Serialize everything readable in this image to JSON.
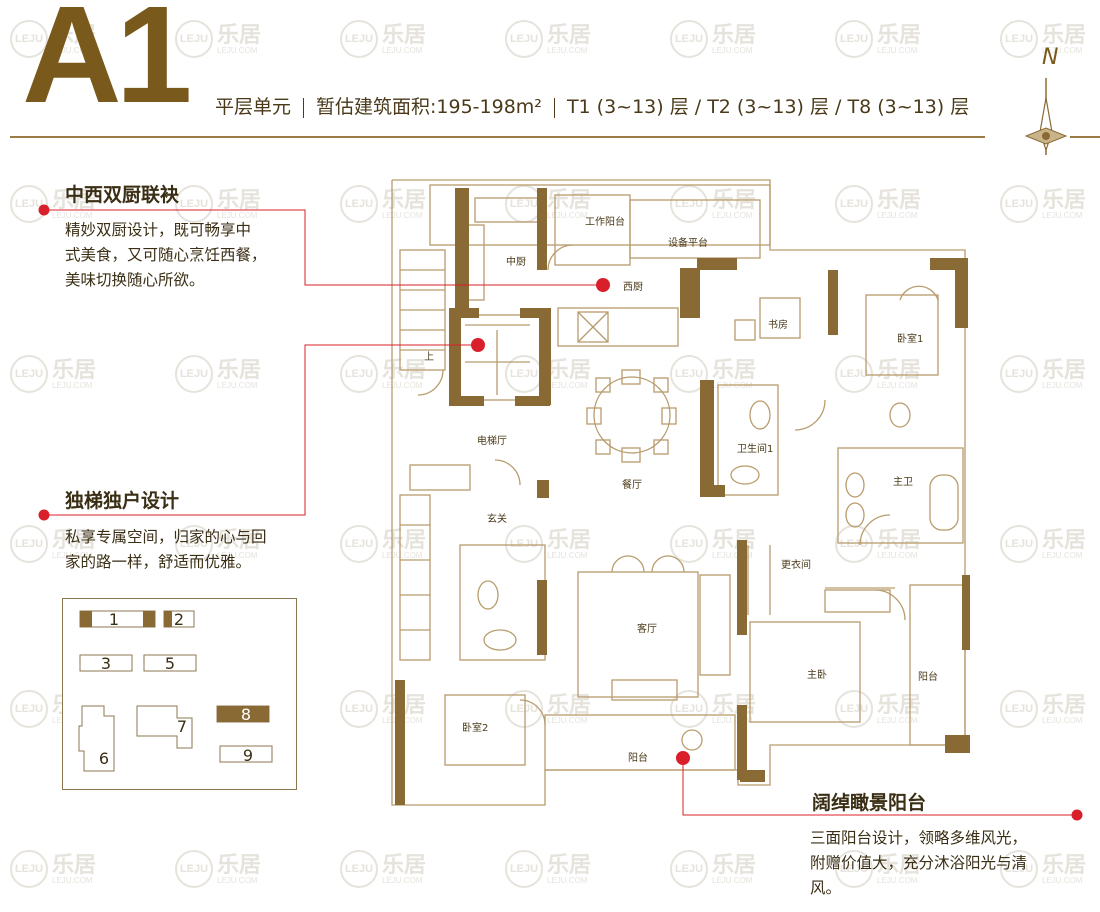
{
  "title": "A1",
  "header": {
    "unit_type": "平层单元",
    "area": "暂估建筑面积:195-198m²",
    "towers": "T1  (3~13) 层 / T2  (3~13) 层 / T8  (3~13) 层"
  },
  "compass": "N",
  "annotations": [
    {
      "title": "中西双厨联袂",
      "lines": [
        "精妙双厨设计，既可畅享中",
        "式美食，又可随心烹饪西餐，",
        "美味切换随心所欲。"
      ]
    },
    {
      "title": "独梯独户设计",
      "lines": [
        "私享专属空间，归家的心与回",
        "家的路一样，舒适而优雅。"
      ]
    },
    {
      "title": "阔绰瞰景阳台",
      "lines": [
        "三面阳台设计，领略多维风光，",
        "附赠价值大，充分沐浴阳光与清",
        "风。"
      ]
    }
  ],
  "rooms": {
    "work_balcony": "工作阳台",
    "equipment": "设备平台",
    "chinese_kitchen": "中厨",
    "western_kitchen": "西厨",
    "study": "书房",
    "bedroom1": "卧室1",
    "up": "上",
    "elevator_hall": "电梯厅",
    "bath1": "卫生间1",
    "master_bath": "主卫",
    "dining": "餐厅",
    "foyer": "玄关",
    "closet": "更衣间",
    "living": "客厅",
    "master_bed": "主卧",
    "balcony_right": "阳台",
    "bedroom2": "卧室2",
    "balcony_bottom": "阳台"
  },
  "legend": [
    "1",
    "2",
    "3",
    "5",
    "7",
    "8",
    "6",
    "9"
  ],
  "watermark": {
    "brand": "乐居",
    "sub": "LEJU.COM",
    "logo": "LEJU"
  },
  "colors": {
    "brand": "#7a5a1c",
    "wall": "#8a6a34",
    "marker": "#d9202a",
    "leader": "#d9202a"
  }
}
